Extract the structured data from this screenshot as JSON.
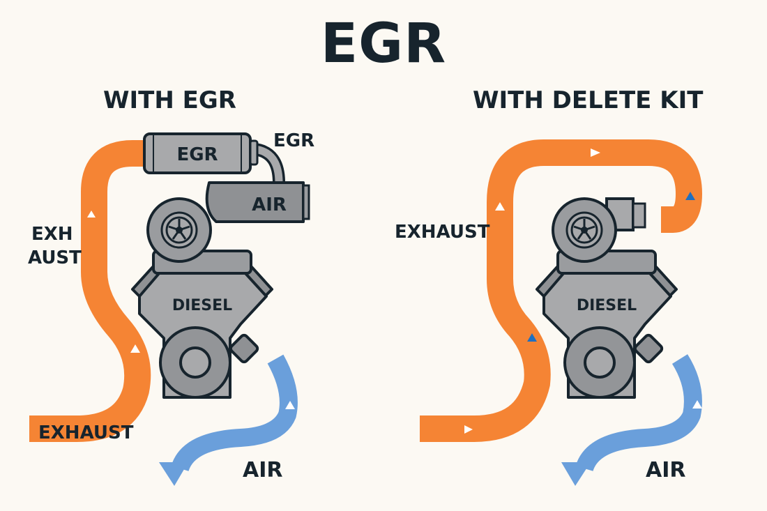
{
  "title": "EGR",
  "panels": [
    {
      "heading": "WITH EGR",
      "labels": {
        "exhaust_side_line1": "EXH",
        "exhaust_side_line2": "AUST",
        "exhaust_bottom": "EXHAUST",
        "egr_cooler": "EGR",
        "egr_outside": "EGR",
        "air_intake": "AIR",
        "engine": "DIESEL",
        "air_bottom": "AIR"
      }
    },
    {
      "heading": "WITH DELETE KIT",
      "labels": {
        "exhaust_side": "EXHAUST",
        "engine": "DIESEL",
        "air_bottom": "AIR"
      }
    }
  ],
  "colors": {
    "background": "#fcf9f3",
    "exhaust": "#f58434",
    "air": "#6a9fdb",
    "engine": "#a8a9ab",
    "outline": "#17242d",
    "marker_blue": "#1f6fc0"
  }
}
